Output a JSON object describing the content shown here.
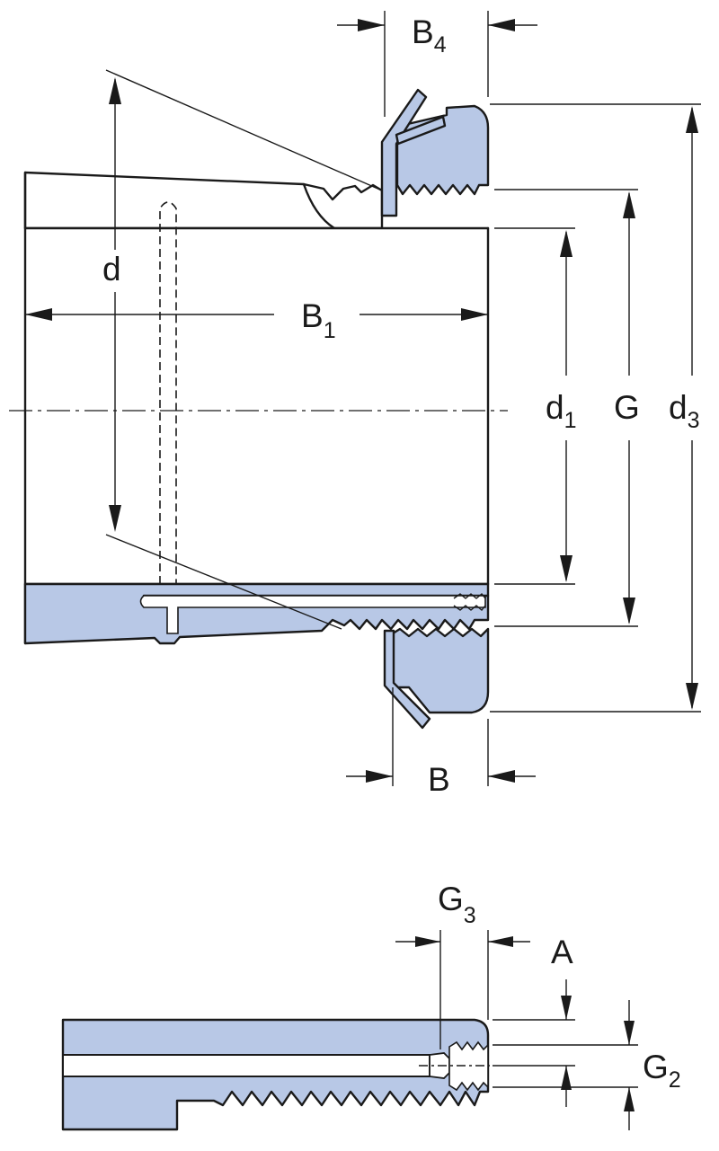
{
  "labels": {
    "B4_main": "B",
    "B4_sub": "4",
    "d": "d",
    "B1_main": "B",
    "B1_sub": "1",
    "d1_main": "d",
    "d1_sub": "1",
    "G": "G",
    "d3_main": "d",
    "d3_sub": "3",
    "B": "B",
    "G3_main": "G",
    "G3_sub": "3",
    "A": "A",
    "G2_main": "G",
    "G2_sub": "2"
  },
  "colors": {
    "part_fill": "#b8c8e6",
    "line": "#1a1a1a",
    "background": "#ffffff"
  }
}
